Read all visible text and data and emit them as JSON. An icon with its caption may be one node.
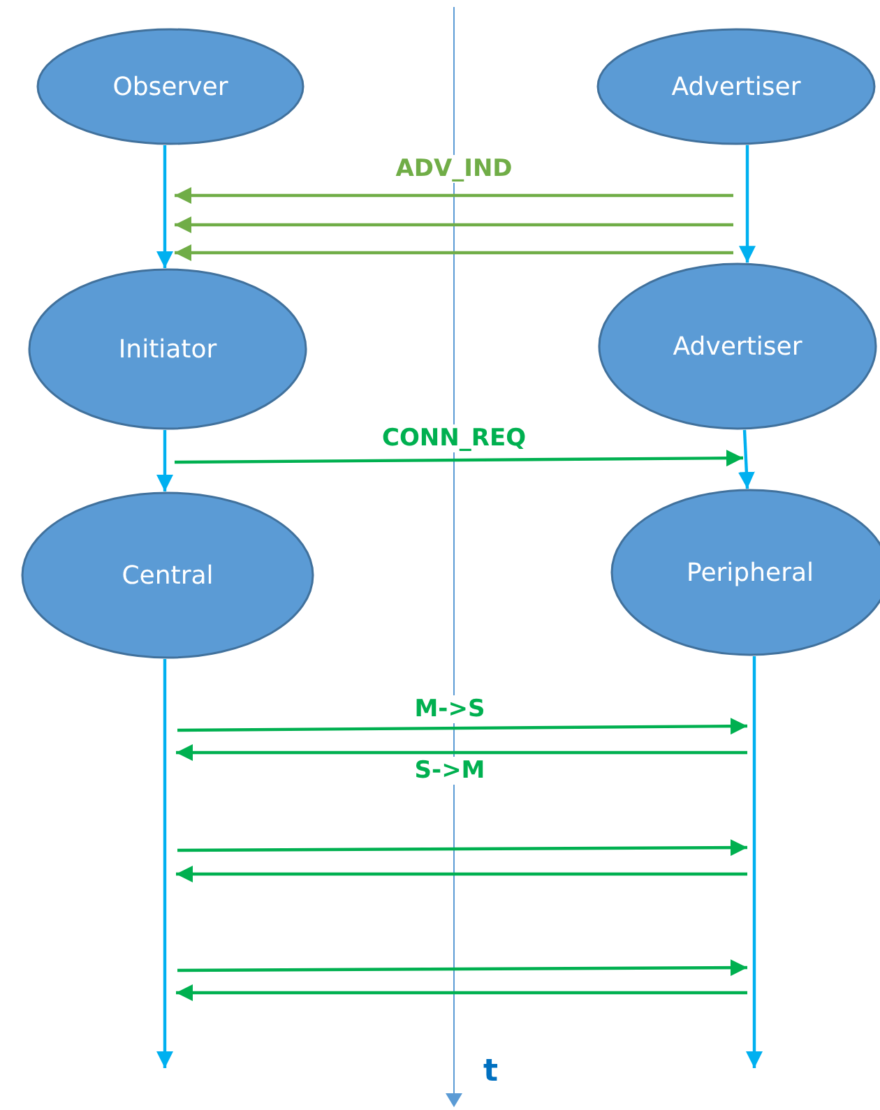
{
  "diagram": {
    "nodes": [
      {
        "text": [
          "Observer"
        ]
      },
      {
        "text": [
          "Advertiser"
        ]
      },
      {
        "text": [
          "Initiator"
        ]
      },
      {
        "text": [
          "Advertiser"
        ]
      },
      {
        "text": [
          "Central"
        ]
      },
      {
        "text": [
          "Peripheral"
        ]
      }
    ],
    "edges": [
      {
        "from": 0,
        "to": 2,
        "arrow": "to"
      },
      {
        "from": 1,
        "to": 3,
        "arrow": "to"
      },
      {
        "from": 2,
        "to": 4,
        "arrow": "to"
      },
      {
        "from": 3,
        "to": 5,
        "arrow": "to"
      },
      {
        "from": 4,
        "to": null,
        "arrow": "to"
      },
      {
        "from": 5,
        "to": null,
        "arrow": "to"
      }
    ],
    "labels": [
      "ADV_IND",
      "CONN_REQ",
      "M->S",
      "S->M",
      "t"
    ]
  }
}
